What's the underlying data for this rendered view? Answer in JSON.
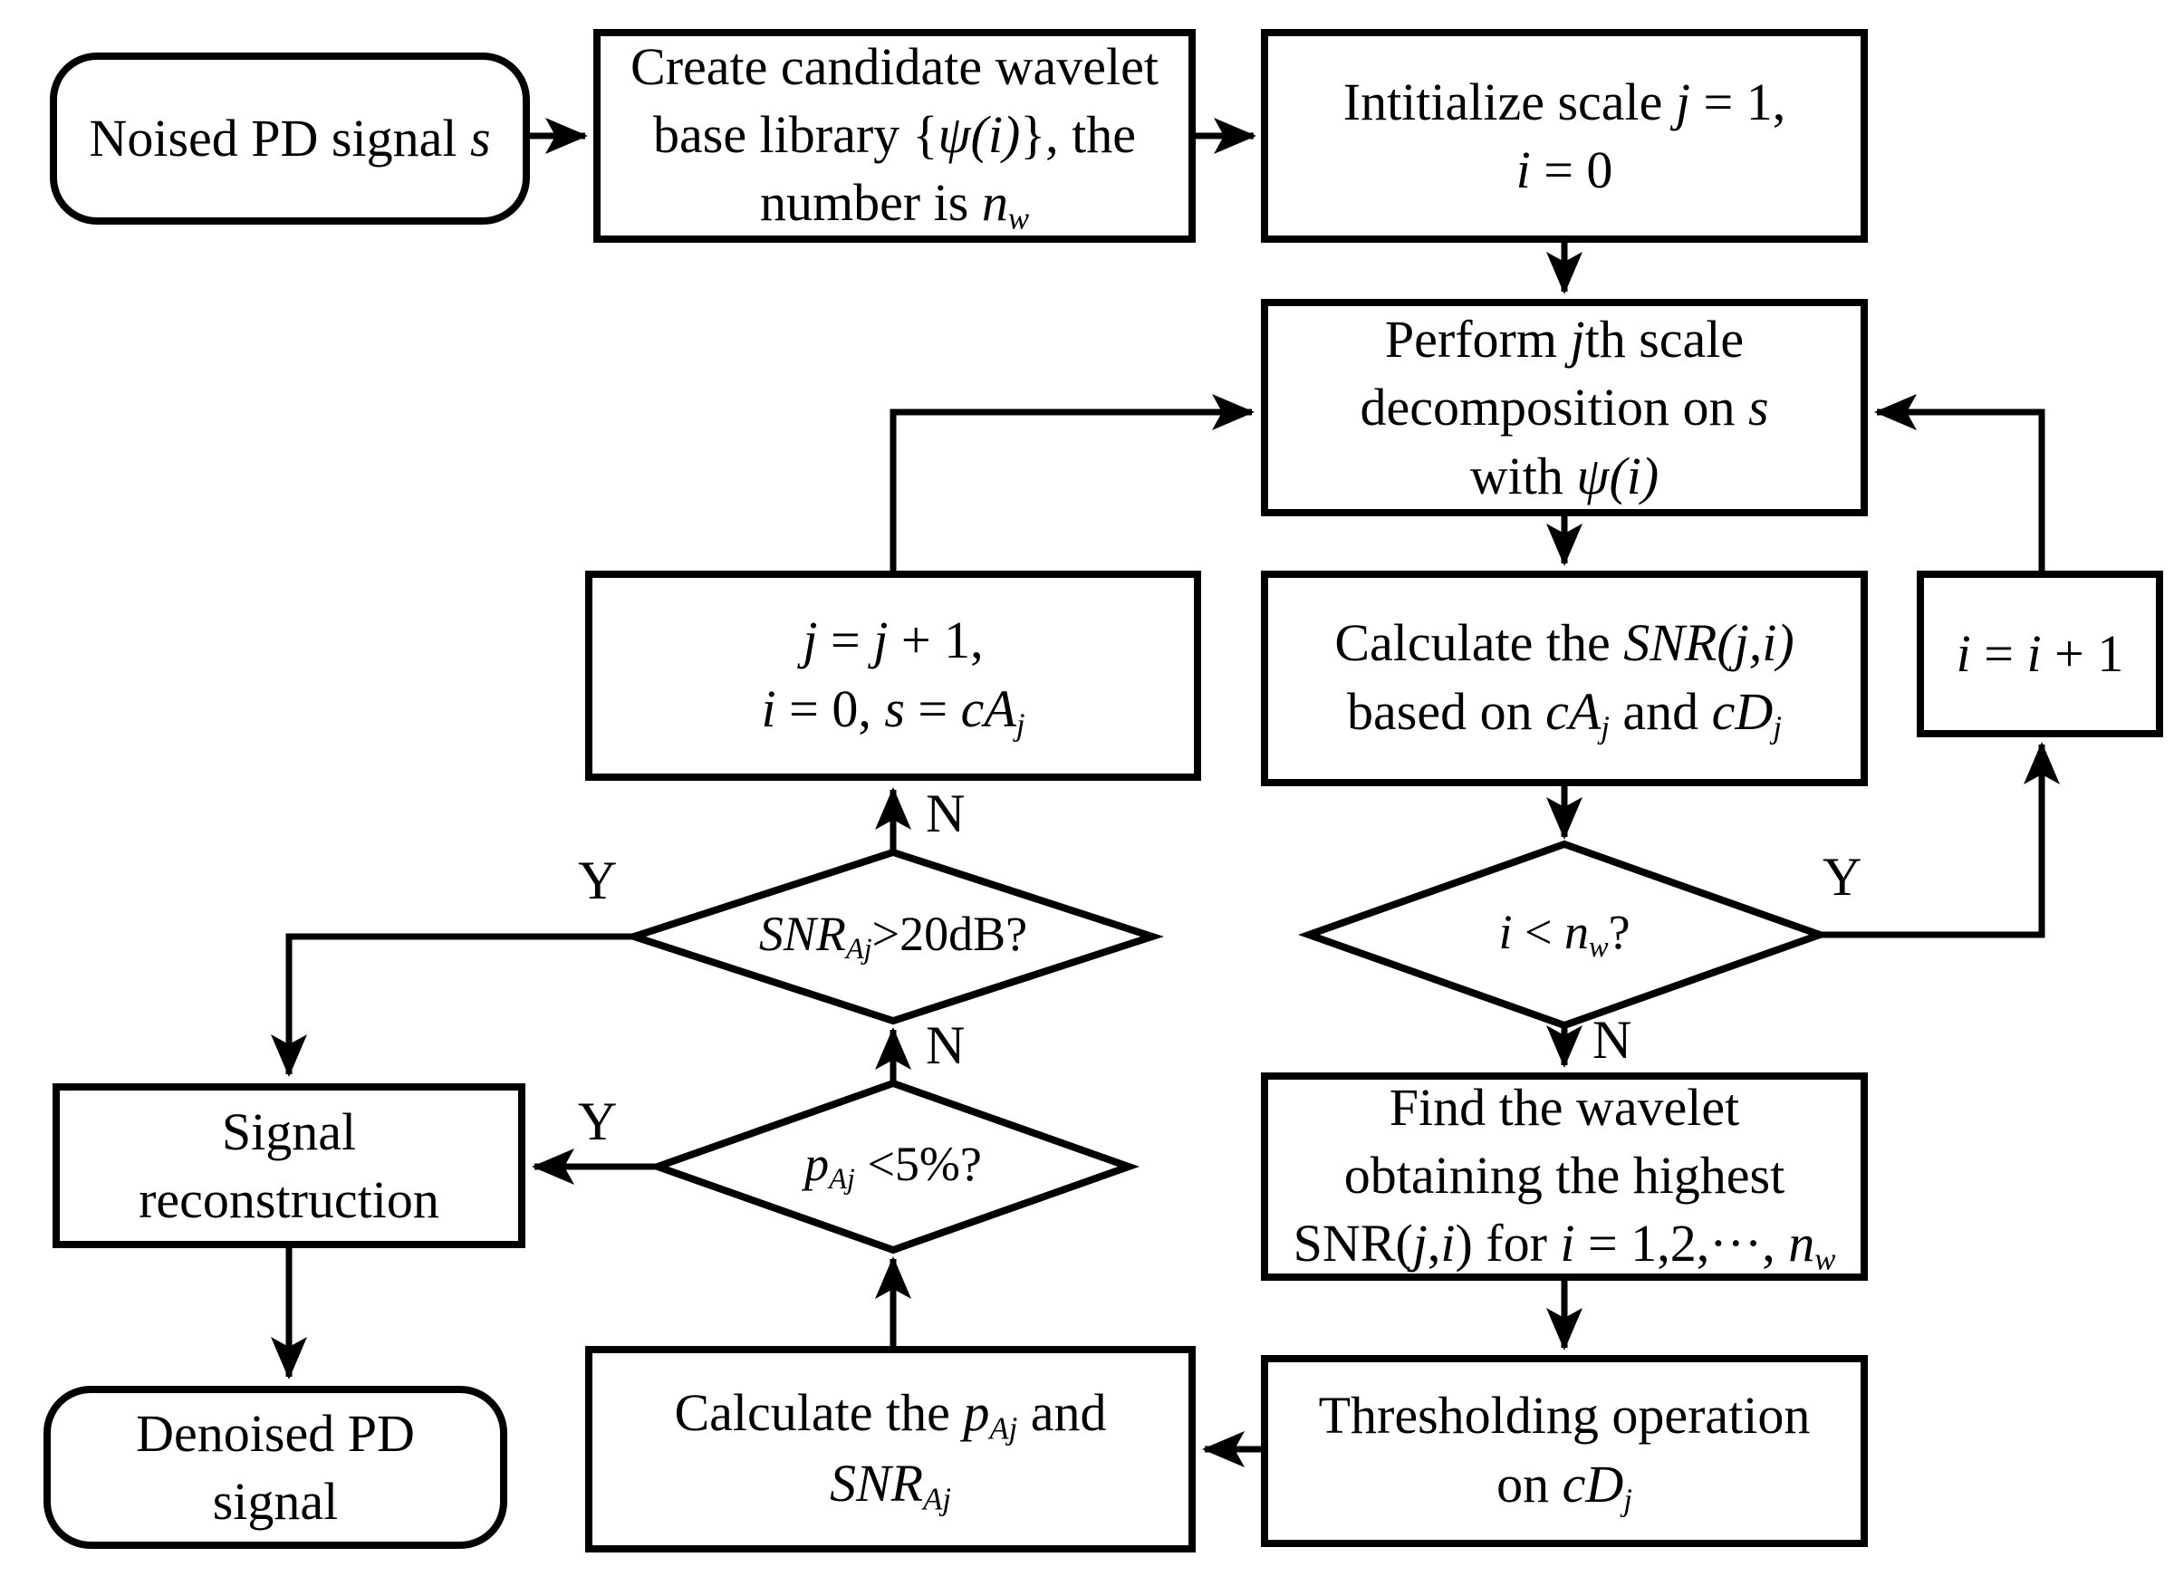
{
  "nodes": {
    "noised": {
      "shape": "terminator",
      "lines": [
        [
          {
            "t": "Noised PD signal ",
            "s": "n"
          },
          {
            "t": "s",
            "s": "i"
          }
        ]
      ]
    },
    "create": {
      "shape": "process",
      "lines": [
        [
          {
            "t": "Create candidate wavelet",
            "s": "n"
          }
        ],
        [
          {
            "t": "base library {",
            "s": "n"
          },
          {
            "t": "ψ(i)",
            "s": "i"
          },
          {
            "t": "}, the",
            "s": "n"
          }
        ],
        [
          {
            "t": "number is ",
            "s": "n"
          },
          {
            "t": "n",
            "s": "i"
          },
          {
            "t": "w",
            "s": "isub"
          }
        ]
      ]
    },
    "initialize": {
      "shape": "process",
      "lines": [
        [
          {
            "t": "Intitialize scale ",
            "s": "n"
          },
          {
            "t": "j",
            "s": "i"
          },
          {
            "t": " = 1,",
            "s": "n"
          }
        ],
        [
          {
            "t": "i",
            "s": "i"
          },
          {
            "t": " = 0",
            "s": "n"
          }
        ]
      ]
    },
    "perform": {
      "shape": "process",
      "lines": [
        [
          {
            "t": "Perform ",
            "s": "n"
          },
          {
            "t": "j",
            "s": "i"
          },
          {
            "t": "th scale",
            "s": "n"
          }
        ],
        [
          {
            "t": "decomposition on ",
            "s": "n"
          },
          {
            "t": "s",
            "s": "i"
          }
        ],
        [
          {
            "t": "with ",
            "s": "n"
          },
          {
            "t": "ψ(i)",
            "s": "i"
          }
        ]
      ]
    },
    "calc_snr": {
      "shape": "process",
      "lines": [
        [
          {
            "t": "Calculate the ",
            "s": "n"
          },
          {
            "t": "SNR(j,i)",
            "s": "i"
          }
        ],
        [
          {
            "t": "based on ",
            "s": "n"
          },
          {
            "t": "cA",
            "s": "i"
          },
          {
            "t": "j",
            "s": "isub"
          },
          {
            "t": " and ",
            "s": "n"
          },
          {
            "t": "cD",
            "s": "i"
          },
          {
            "t": "j",
            "s": "isub"
          }
        ]
      ]
    },
    "i_plus": {
      "shape": "process",
      "lines": [
        [
          {
            "t": "i",
            "s": "i"
          },
          {
            "t": " = ",
            "s": "n"
          },
          {
            "t": "i",
            "s": "i"
          },
          {
            "t": " + 1",
            "s": "n"
          }
        ]
      ]
    },
    "decision_i": {
      "shape": "decision",
      "lines": [
        [
          {
            "t": "i",
            "s": "i"
          },
          {
            "t": " < ",
            "s": "n"
          },
          {
            "t": "n",
            "s": "i"
          },
          {
            "t": "w",
            "s": "isub"
          },
          {
            "t": "?",
            "s": "n"
          }
        ]
      ]
    },
    "find": {
      "shape": "process",
      "lines": [
        [
          {
            "t": "Find the wavelet",
            "s": "n"
          }
        ],
        [
          {
            "t": "obtaining the highest",
            "s": "n"
          }
        ],
        [
          {
            "t": "SNR(",
            "s": "n"
          },
          {
            "t": "j",
            "s": "i"
          },
          {
            "t": ",",
            "s": "n"
          },
          {
            "t": "i",
            "s": "i"
          },
          {
            "t": ") for ",
            "s": "n"
          },
          {
            "t": "i",
            "s": "i"
          },
          {
            "t": " = 1,2,···, ",
            "s": "n"
          },
          {
            "t": "n",
            "s": "i"
          },
          {
            "t": "w",
            "s": "isub"
          }
        ]
      ]
    },
    "thresholding": {
      "shape": "process",
      "lines": [
        [
          {
            "t": "Thresholding operation",
            "s": "n"
          }
        ],
        [
          {
            "t": "on ",
            "s": "n"
          },
          {
            "t": "cD",
            "s": "i"
          },
          {
            "t": "j",
            "s": "isub"
          }
        ]
      ]
    },
    "j_plus": {
      "shape": "process",
      "lines": [
        [
          {
            "t": "j",
            "s": "i"
          },
          {
            "t": " = ",
            "s": "n"
          },
          {
            "t": "j",
            "s": "i"
          },
          {
            "t": " + 1,",
            "s": "n"
          }
        ],
        [
          {
            "t": "i",
            "s": "i"
          },
          {
            "t": " = 0, ",
            "s": "n"
          },
          {
            "t": "s",
            "s": "i"
          },
          {
            "t": " = ",
            "s": "n"
          },
          {
            "t": "cA",
            "s": "i"
          },
          {
            "t": "j",
            "s": "isub"
          }
        ]
      ]
    },
    "decision_snr": {
      "shape": "decision",
      "lines": [
        [
          {
            "t": "SNR",
            "s": "i"
          },
          {
            "t": "Aj",
            "s": "isub"
          },
          {
            "t": ">20dB?",
            "s": "n"
          }
        ]
      ]
    },
    "decision_p": {
      "shape": "decision",
      "lines": [
        [
          {
            "t": "p",
            "s": "i"
          },
          {
            "t": "Aj",
            "s": "isub"
          },
          {
            "t": " <5%?",
            "s": "n"
          }
        ]
      ]
    },
    "calc_p": {
      "shape": "process",
      "lines": [
        [
          {
            "t": "Calculate the ",
            "s": "n"
          },
          {
            "t": "p",
            "s": "i"
          },
          {
            "t": "Aj",
            "s": "isub"
          },
          {
            "t": " and",
            "s": "n"
          }
        ],
        [
          {
            "t": "SNR",
            "s": "i"
          },
          {
            "t": "Aj",
            "s": "isub"
          }
        ]
      ]
    },
    "signal_reconstruction": {
      "shape": "process",
      "lines": [
        [
          {
            "t": "Signal",
            "s": "n"
          }
        ],
        [
          {
            "t": "reconstruction",
            "s": "n"
          }
        ]
      ]
    },
    "denoised": {
      "shape": "terminator",
      "lines": [
        [
          {
            "t": "Denoised PD",
            "s": "n"
          }
        ],
        [
          {
            "t": "signal",
            "s": "n"
          }
        ]
      ]
    }
  },
  "branch_labels": {
    "i_yes": "Y",
    "i_no": "N",
    "snr_no": "N",
    "snr_yes": "Y",
    "p_no": "N",
    "p_yes": "Y"
  },
  "colors": {
    "stroke": "#000000",
    "background": "#ffffff"
  }
}
